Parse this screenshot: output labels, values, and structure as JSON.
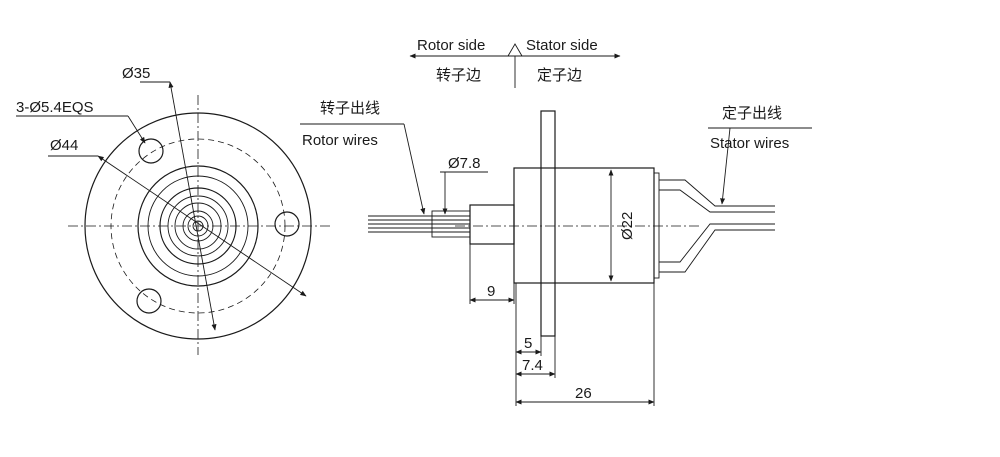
{
  "labels": {
    "dia35": "Ø35",
    "holes": "3-Ø5.4EQS",
    "dia44": "Ø44",
    "rotor_side": "Rotor side",
    "stator_side": "Stator side",
    "rotor_side_cn": "转子边",
    "stator_side_cn": "定子边",
    "rotor_wires_cn": "转子出线",
    "rotor_wires": "Rotor wires",
    "stator_wires_cn": "定子出线",
    "stator_wires": "Stator wires",
    "dia7_8": "Ø7.8",
    "dia22": "Ø22",
    "dim9": "9",
    "dim5": "5",
    "dim7_4": "7.4",
    "dim26": "26"
  }
}
